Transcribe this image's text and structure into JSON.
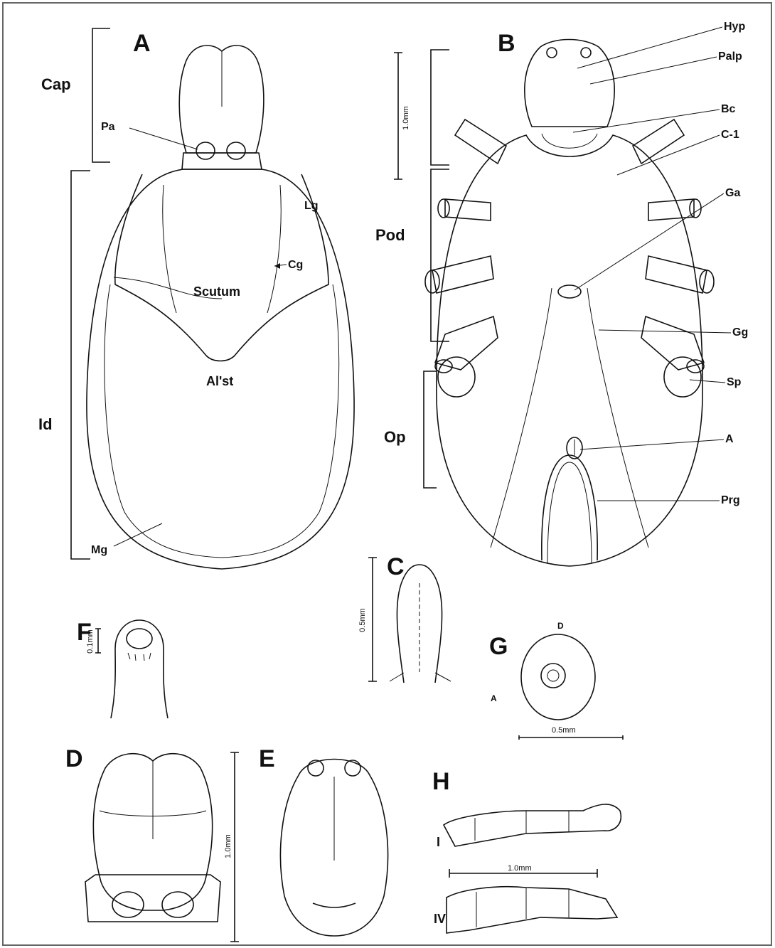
{
  "panels": {
    "a": "A",
    "b": "B",
    "c": "C",
    "d": "D",
    "e": "E",
    "f": "F",
    "g": "G",
    "h": "H"
  },
  "labels_a": {
    "cap": "Cap",
    "id": "Id",
    "pa": "Pa",
    "lg": "Lg",
    "cg": "Cg",
    "scutum": "Scutum",
    "alst": "Al'st",
    "mg": "Mg"
  },
  "labels_b": {
    "hyp": "Hyp",
    "palp": "Palp",
    "bc": "Bc",
    "c1": "C-1",
    "ga": "Ga",
    "pod": "Pod",
    "gg": "Gg",
    "sp": "Sp",
    "op": "Op",
    "a": "A",
    "prg": "Prg"
  },
  "labels_g": {
    "d": "D",
    "a": "A"
  },
  "labels_h": {
    "leg1": "I",
    "leg4": "IV"
  },
  "scale_bars": {
    "b": "1.0mm",
    "c": "0.5mm",
    "f": "0.1mm",
    "g": "0.5mm",
    "e": "1.0mm",
    "h": "1.0mm"
  },
  "colors": {
    "ink": "#111111",
    "paper": "#ffffff",
    "border": "#666666"
  }
}
